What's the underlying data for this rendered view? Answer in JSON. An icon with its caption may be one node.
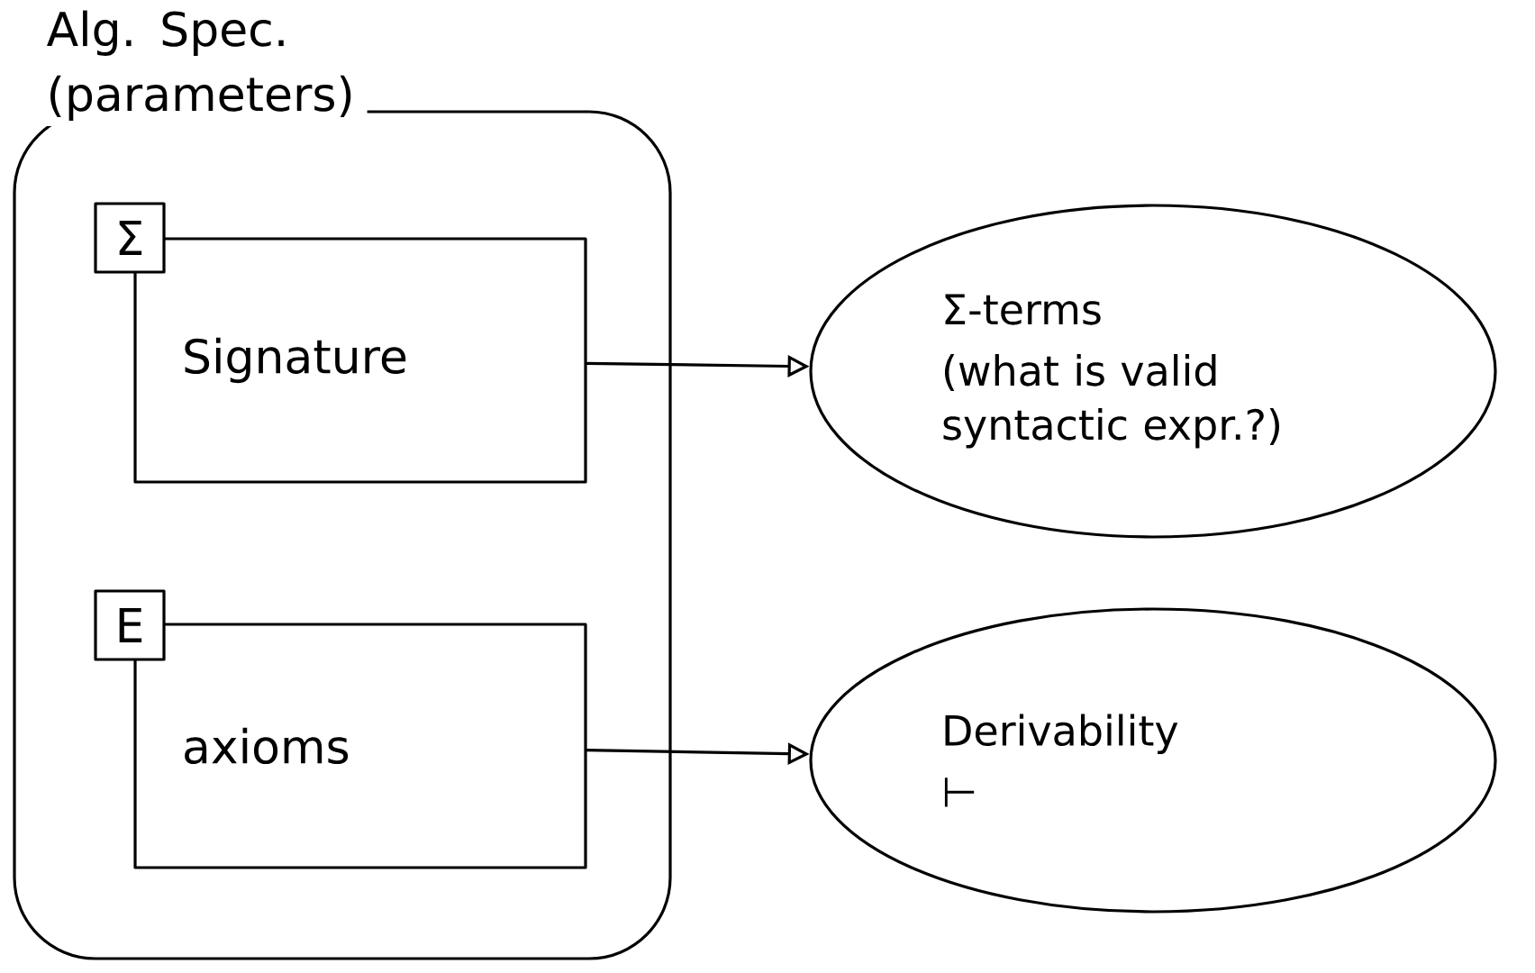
{
  "diagram": {
    "nodes": [
      {
        "text": [
          "Alg. Spec. (parameters)"
        ]
      },
      {
        "text": [
          "Σ"
        ],
        "in": 0
      },
      {
        "text": [
          "Signature"
        ],
        "in": 0
      },
      {
        "text": [
          "E"
        ],
        "in": 0
      },
      {
        "text": [
          "axioms"
        ],
        "in": 0
      },
      {
        "text": [
          "Σ-terms",
          "(what is valid syntactic expr.?)"
        ]
      },
      {
        "text": [
          "Derivability",
          "⊢"
        ]
      }
    ],
    "edges": [
      {
        "from": 2,
        "to": 5,
        "arrow": "to"
      },
      {
        "from": 4,
        "to": 6,
        "arrow": "to"
      }
    ]
  }
}
